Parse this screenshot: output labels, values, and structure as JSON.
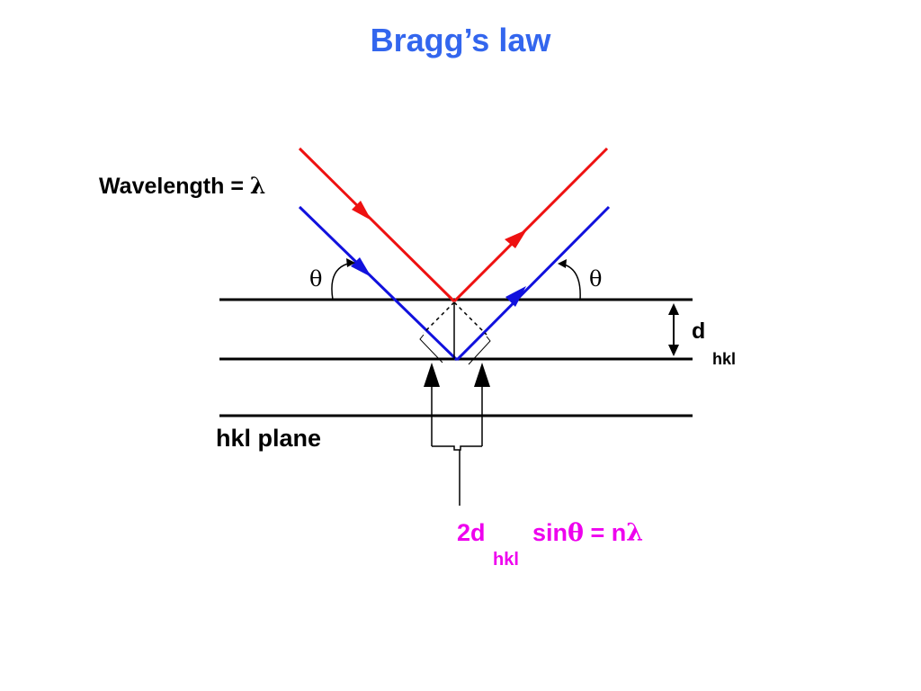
{
  "title": "Bragg’s law",
  "labels": {
    "wavelength": "Wavelength = ",
    "lambda": "λ",
    "theta": "θ",
    "d": "d",
    "hkl": "hkl",
    "hkl_plane": "hkl plane"
  },
  "equation": {
    "lead": "2d",
    "subscript": "hkl",
    "sin": "sin",
    "theta": "θ",
    "equals_n": " = n",
    "lambda": "λ"
  },
  "colors": {
    "title": "#3366ee",
    "ray_outer": "#ee1111",
    "ray_inner": "#1111dd",
    "equation": "#ee00ee",
    "planes": "#000000"
  }
}
